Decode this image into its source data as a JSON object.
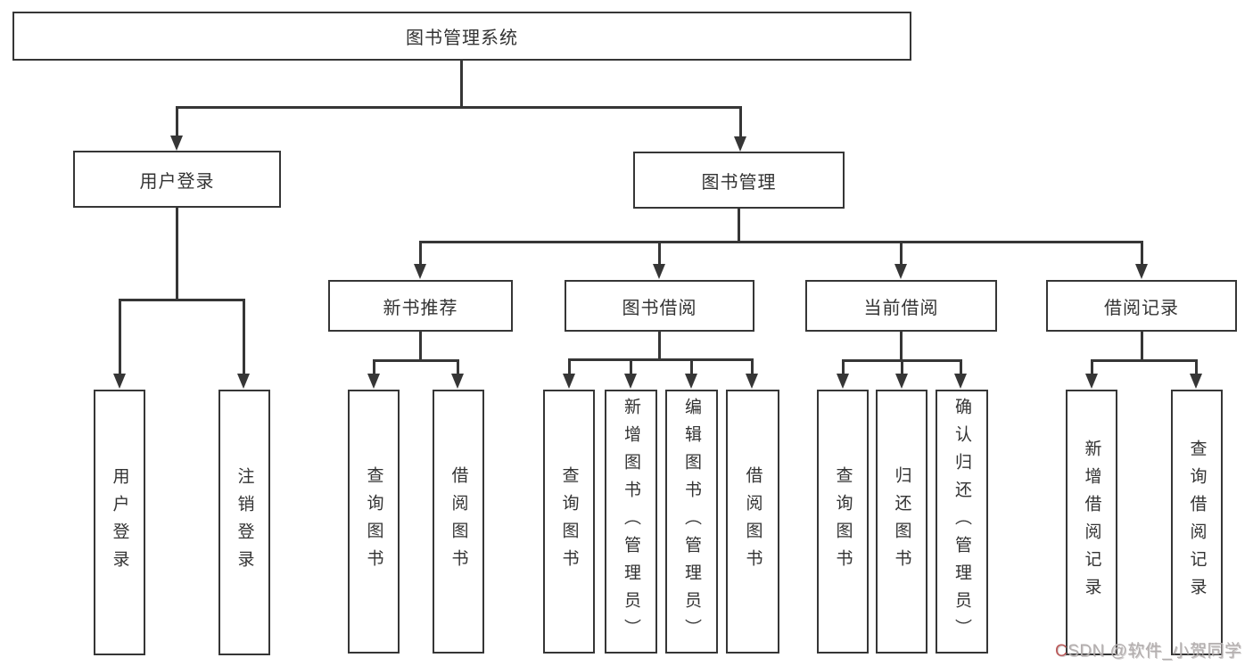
{
  "nodes": {
    "root": "图书管理系统",
    "l2": [
      "用户登录",
      "图书管理"
    ],
    "l3": [
      "新书推荐",
      "图书借阅",
      "当前借阅",
      "借阅记录"
    ],
    "login_children": [
      "用户登录",
      "注销登录"
    ],
    "recommend_children": [
      "查询图书",
      "借阅图书"
    ],
    "borrow_children": [
      "查询图书",
      "新增图书（管理员）",
      "编辑图书（管理员）",
      "借阅图书"
    ],
    "current_children": [
      "查询图书",
      "归还图书",
      "确认归还（管理员）"
    ],
    "records_children": [
      "新增借阅记录",
      "查询借阅记录"
    ]
  },
  "watermark": {
    "c": "C",
    "rest": "SDN @软件_小贺同学"
  },
  "colors": {
    "line": "#363636",
    "text": "#333333",
    "watermark": "#b3aeae"
  }
}
